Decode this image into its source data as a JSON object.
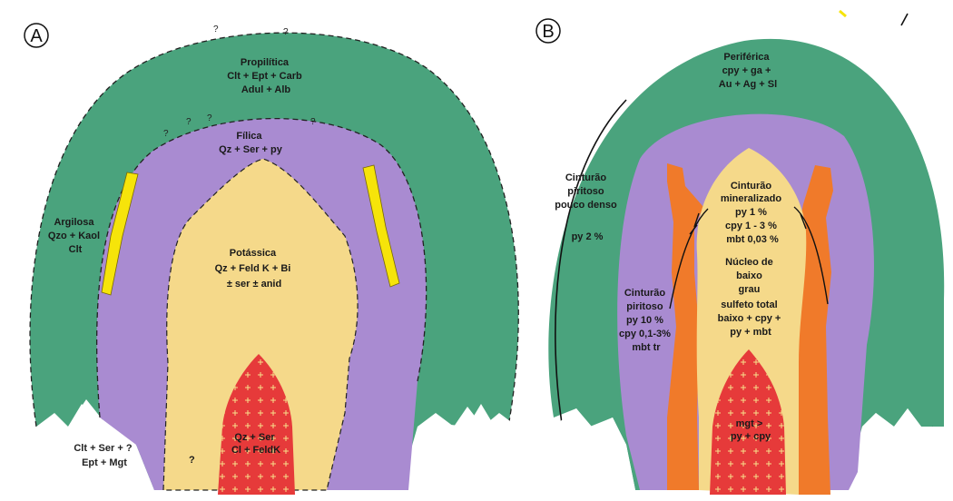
{
  "colors": {
    "propylitic": "#4aa37d",
    "phyllic": "#a98bd1",
    "potassic": "#f5d98a",
    "core": "#e63a3a",
    "argillic": "#f6e40a",
    "orange_belt": "#f07a2a",
    "white": "#ffffff"
  },
  "panel_a": {
    "letter": "A",
    "propylitic": {
      "lines": [
        "Propilítica",
        "Clt + Ept + Carb",
        "Adul + Alb"
      ]
    },
    "phyllic": {
      "lines": [
        "Fílica",
        "Qz + Ser + py"
      ]
    },
    "argillic": {
      "lines": [
        "Argilosa",
        "Qzo + Kaol",
        "Clt"
      ]
    },
    "potassic": {
      "lines": [
        "Potássica",
        "Qz + Feld K + Bi",
        "± ser  ± anid"
      ]
    },
    "core": {
      "lines": [
        "Qz + Ser",
        "Cl + FeldK"
      ]
    },
    "bottom_left": {
      "lines": [
        "Clt + Ser + ?",
        "Ept + Mgt"
      ]
    },
    "question": "?"
  },
  "panel_b": {
    "letter": "B",
    "peripheral": {
      "lines": [
        "Periférica",
        "cpy + ga +",
        "Au + Ag + Sl"
      ]
    },
    "low_density": {
      "lines": [
        "Cinturão",
        "piritoso",
        "pouco denso",
        "",
        "py  2 %"
      ]
    },
    "mineralized": {
      "lines": [
        "Cinturão",
        "mineralizado",
        "py   1 %",
        "cpy   1 - 3 %",
        "mbt  0,03 %"
      ]
    },
    "low_grade": {
      "lines": [
        "Núcleo de",
        "baixo",
        "grau",
        "sulfeto total",
        "baixo + cpy +",
        "py + mbt"
      ]
    },
    "pyritic": {
      "lines": [
        "Cinturão",
        "piritoso",
        "py 10 %",
        "cpy 0,1-3%",
        "mbt tr"
      ]
    },
    "core": {
      "lines": [
        "mgt >",
        "py + cpy"
      ]
    }
  }
}
